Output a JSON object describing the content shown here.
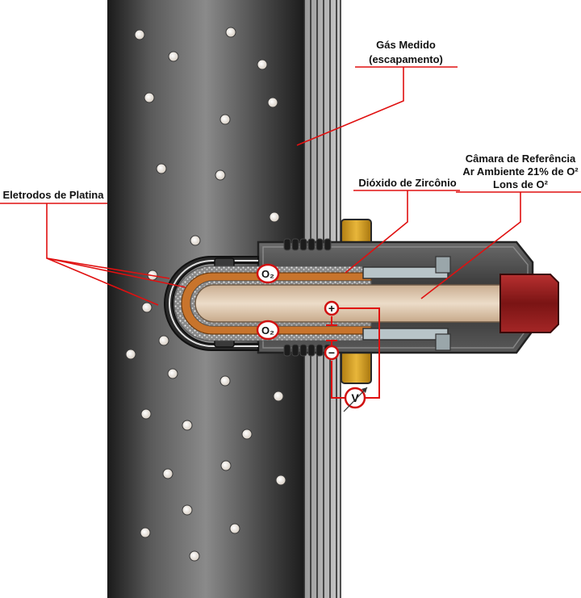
{
  "labels": {
    "measured_gas_line1": "Gás Medido",
    "measured_gas_line2": "(escapamento)",
    "reference_chamber_line1": "Câmara de Referência",
    "reference_chamber_line2": "Ar Ambiente 21% de O²",
    "reference_chamber_line3": "Lons de O²",
    "zirconium_dioxide": "Dióxido de Zircônio",
    "platinum_electrodes": "Eletrodos de Platina"
  },
  "symbols": {
    "oxygen_badge": "O₂",
    "plus": "+",
    "minus": "−",
    "voltmeter": "V"
  },
  "colors": {
    "leader_line": "#e01010",
    "circuit_wire": "#e01010",
    "exhaust_pipe": "#555555",
    "zirconia": "#c8742c",
    "reference_air": "#d9c2a8",
    "mount_nut": "#d9a32a",
    "cap": "#8e1c1c"
  }
}
